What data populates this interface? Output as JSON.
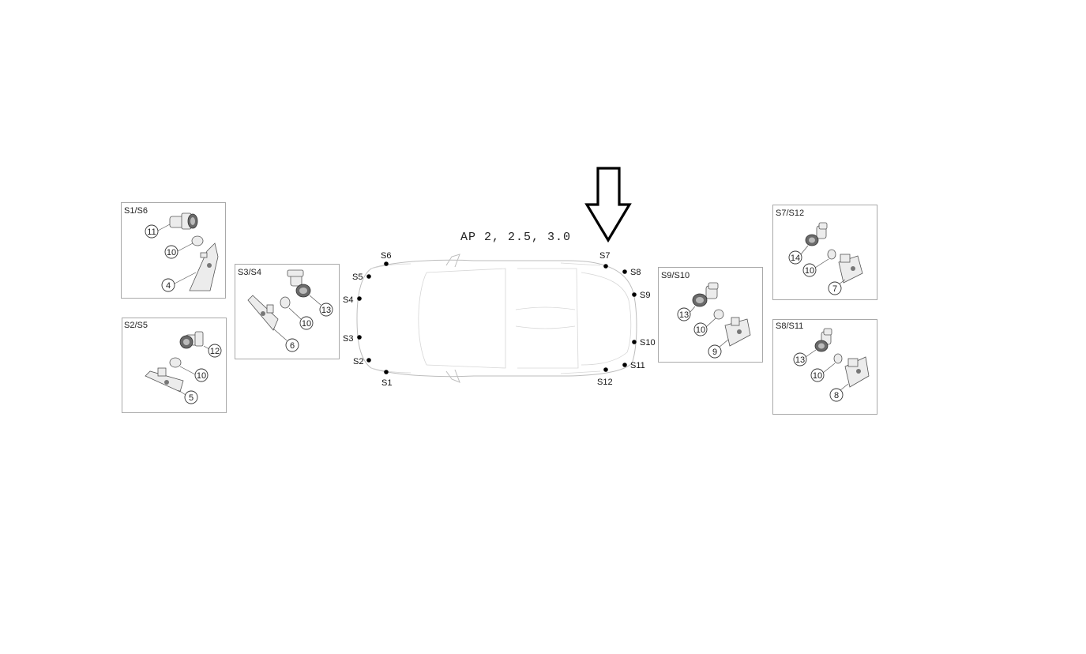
{
  "title": "AP 2, 2.5, 3.0",
  "sensors": [
    {
      "id": "S1",
      "label": "S1"
    },
    {
      "id": "S2",
      "label": "S2"
    },
    {
      "id": "S3",
      "label": "S3"
    },
    {
      "id": "S4",
      "label": "S4"
    },
    {
      "id": "S5",
      "label": "S5"
    },
    {
      "id": "S6",
      "label": "S6"
    },
    {
      "id": "S7",
      "label": "S7"
    },
    {
      "id": "S8",
      "label": "S8"
    },
    {
      "id": "S9",
      "label": "S9"
    },
    {
      "id": "S10",
      "label": "S10"
    },
    {
      "id": "S11",
      "label": "S11"
    },
    {
      "id": "S12",
      "label": "S12"
    }
  ],
  "panels": [
    {
      "id": "s1-s6",
      "title": "S1/S6",
      "callouts": [
        "11",
        "10",
        "4"
      ]
    },
    {
      "id": "s2-s5",
      "title": "S2/S5",
      "callouts": [
        "12",
        "10",
        "5"
      ]
    },
    {
      "id": "s3-s4",
      "title": "S3/S4",
      "callouts": [
        "13",
        "10",
        "6"
      ]
    },
    {
      "id": "s9-s10",
      "title": "S9/S10",
      "callouts": [
        "13",
        "10",
        "9"
      ]
    },
    {
      "id": "s7-s12",
      "title": "S7/S12",
      "callouts": [
        "14",
        "10",
        "7"
      ]
    },
    {
      "id": "s8-s11",
      "title": "S8/S11",
      "callouts": [
        "13",
        "10",
        "8"
      ]
    }
  ],
  "icons": {
    "arrow": "down-arrow-icon",
    "car": "car-top-view-icon",
    "sensor": "parking-sensor-icon",
    "grommet": "grommet-ring-icon",
    "bracket": "sensor-bracket-icon"
  }
}
